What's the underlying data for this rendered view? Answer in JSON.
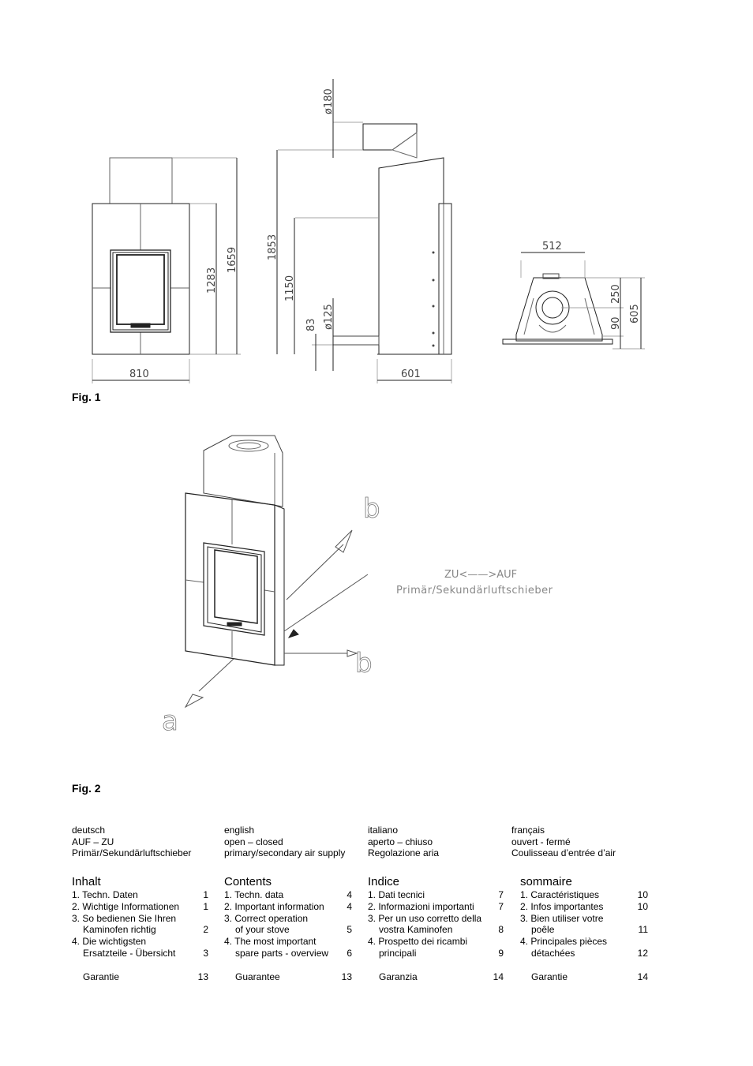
{
  "figure1": {
    "label": "Fig. 1",
    "dimensions": {
      "width_front": "810",
      "height_door": "1283",
      "height_total_front": "1659",
      "height_total_side": "1853",
      "height_outlet": "1150",
      "height_inlet": "83",
      "diam_inlet": "ø125",
      "diam_flue": "ø180",
      "depth_side": "601",
      "width_top": "512",
      "top_250": "250",
      "top_90": "90",
      "top_605": "605"
    }
  },
  "figure2": {
    "label": "Fig. 2",
    "callout_line1": "ZU<——>AUF",
    "callout_line2": "Primär/Sekundärluftschieber",
    "arrow_a": "a",
    "arrow_b_top": "b",
    "arrow_b_bottom": "b"
  },
  "languages": [
    {
      "lang": "deutsch",
      "line1": "AUF – ZU",
      "line2": "Primär/Sekundärluftschieber"
    },
    {
      "lang": "english",
      "line1": "open – closed",
      "line2": "primary/secondary air supply"
    },
    {
      "lang": "italiano",
      "line1": "aperto – chiuso",
      "line2": "Regolazione aria"
    },
    {
      "lang": "français",
      "line1": "ouvert - fermé",
      "line2": "Coulisseau d’entrée d’air"
    }
  ],
  "toc": [
    {
      "title": "Inhalt",
      "entries": [
        {
          "lines": [
            "1. Techn. Daten"
          ],
          "page": "1"
        },
        {
          "lines": [
            "2. Wichtige Informationen"
          ],
          "page": "1"
        },
        {
          "lines": [
            "3. So bedienen Sie Ihren",
            "Kaminofen richtig"
          ],
          "page": "2"
        },
        {
          "lines": [
            "4. Die wichtigsten",
            "Ersatzteile - Übersicht"
          ],
          "page": "3"
        },
        {
          "lines": [
            "",
            "Garantie"
          ],
          "page": "13"
        }
      ]
    },
    {
      "title": "Contents",
      "entries": [
        {
          "lines": [
            "1. Techn. data"
          ],
          "page": "4"
        },
        {
          "lines": [
            "2. Important information"
          ],
          "page": "4"
        },
        {
          "lines": [
            "3. Correct operation",
            "of your stove"
          ],
          "page": "5"
        },
        {
          "lines": [
            "4. The most important",
            "spare parts - overview"
          ],
          "page": "6"
        },
        {
          "lines": [
            "",
            "Guarantee"
          ],
          "page": "13"
        }
      ]
    },
    {
      "title": "Indice",
      "entries": [
        {
          "lines": [
            "1. Dati tecnici"
          ],
          "page": "7"
        },
        {
          "lines": [
            "2. Informazioni importanti"
          ],
          "page": "7"
        },
        {
          "lines": [
            "3. Per un uso corretto della",
            "vostra Kaminofen"
          ],
          "page": "8"
        },
        {
          "lines": [
            "4. Prospetto  dei ricambi",
            "principali"
          ],
          "page": "9"
        },
        {
          "lines": [
            "",
            "Garanzia"
          ],
          "page": "14"
        }
      ]
    },
    {
      "title": "sommaire",
      "entries": [
        {
          "lines": [
            "1. Caractéristiques"
          ],
          "page": "10"
        },
        {
          "lines": [
            "2. Infos importantes"
          ],
          "page": "10"
        },
        {
          "lines": [
            "3. Bien utiliser votre",
            "poêle"
          ],
          "page": "11"
        },
        {
          "lines": [
            "4. Principales pièces",
            "détachées"
          ],
          "page": "12"
        },
        {
          "lines": [
            "",
            "Garantie"
          ],
          "page": "14"
        }
      ]
    }
  ]
}
